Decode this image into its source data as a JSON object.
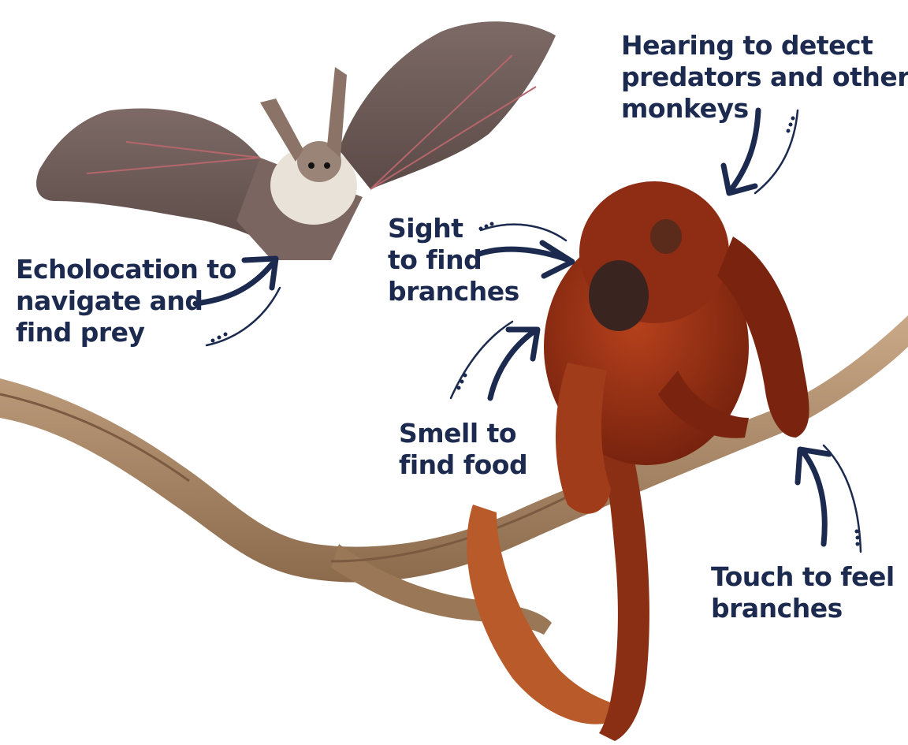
{
  "labels": {
    "hearing": [
      "Hearing to detect",
      "predators and other",
      "monkeys"
    ],
    "echolocation": [
      "Echolocation to",
      "navigate and",
      "find prey"
    ],
    "sight": [
      "Sight",
      "to find",
      "branches"
    ],
    "smell": [
      "Smell to",
      "find food"
    ],
    "touch": [
      "Touch to feel",
      "branches"
    ]
  },
  "colors": {
    "text": "#1b2a4e",
    "fur": "#8a2a12",
    "branch": "#a88462",
    "bat_wing": "#6e5a55"
  }
}
